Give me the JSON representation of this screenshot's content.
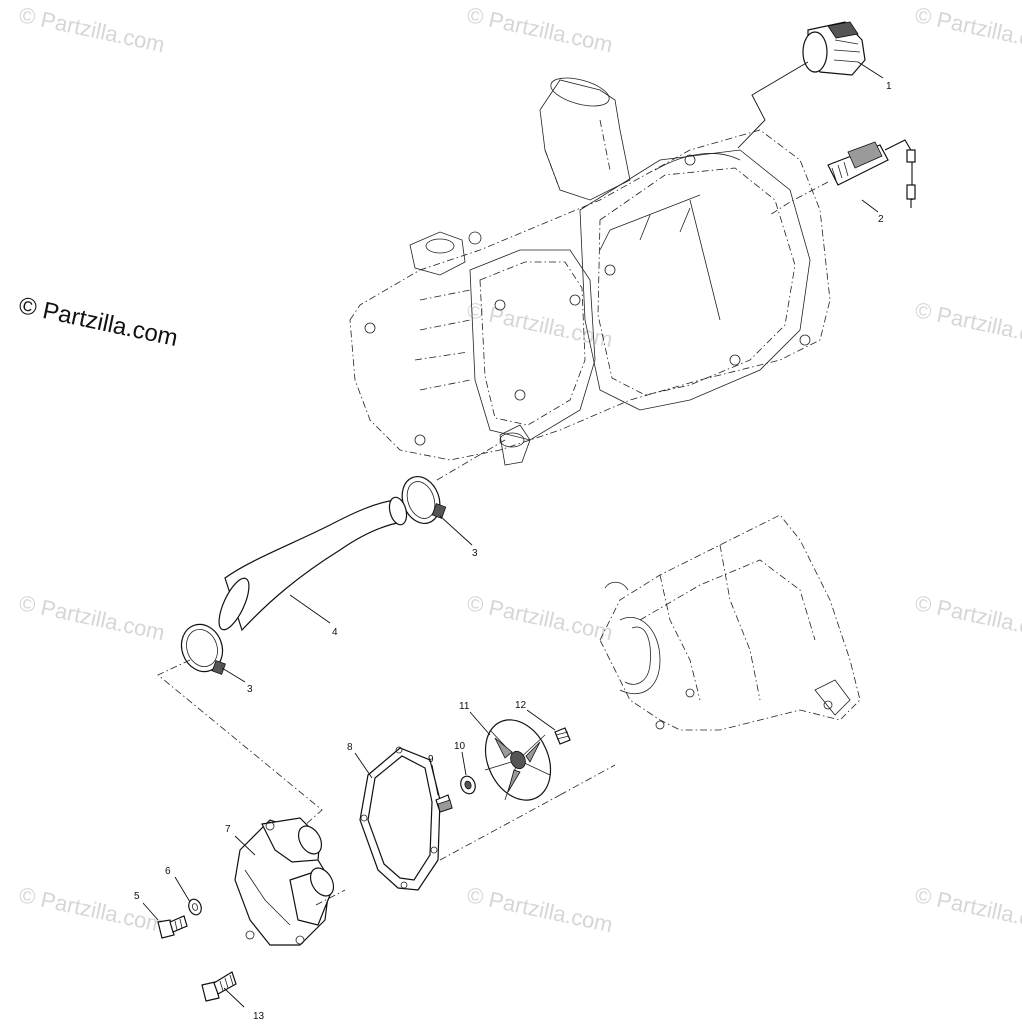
{
  "watermark_text": "© Partzilla.com",
  "copyright_text": "© Partzilla.com",
  "callouts": [
    "1",
    "2",
    "3",
    "4",
    "3",
    "5",
    "6",
    "7",
    "8",
    "9",
    "10",
    "11",
    "12",
    "13"
  ],
  "colors": {
    "line": "#111111",
    "watermark": "#d6d6d6",
    "background": "#ffffff"
  }
}
